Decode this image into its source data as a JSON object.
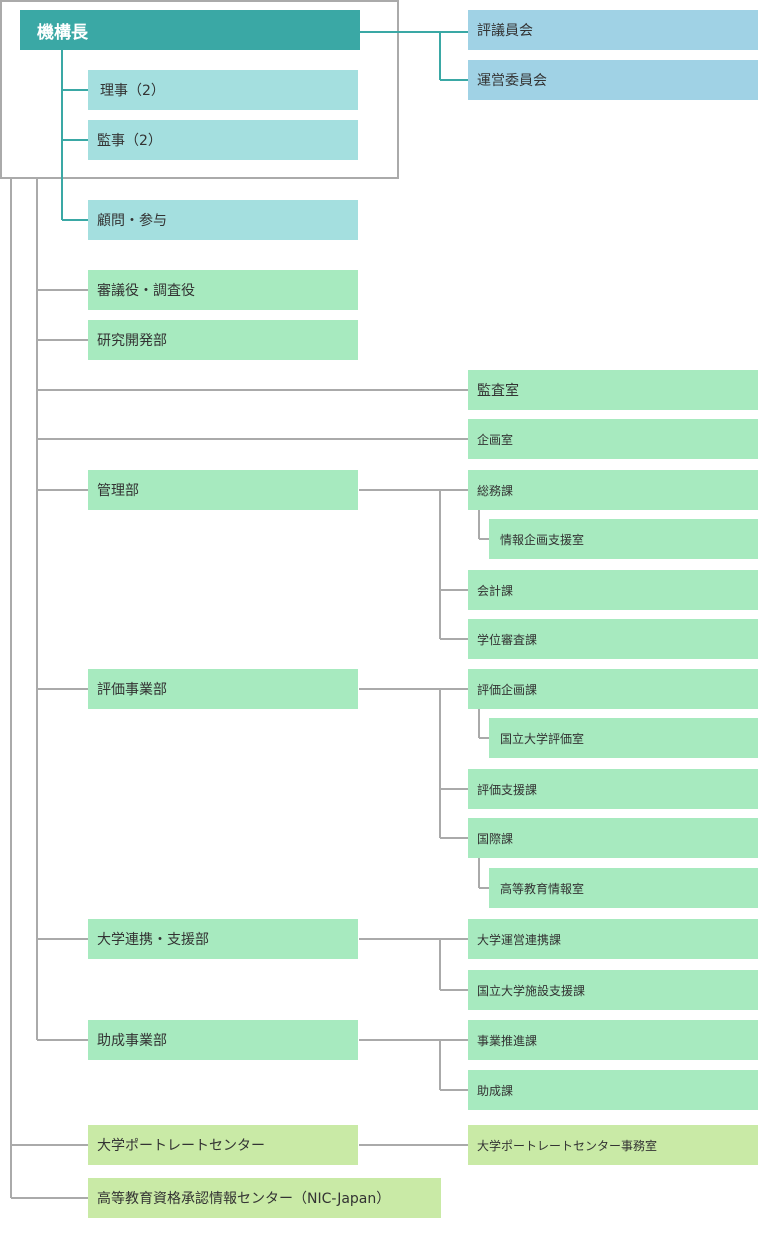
{
  "chart": {
    "root": "機構長",
    "officers": [
      "理事（2）",
      "監事（2）",
      "顧問・参与"
    ],
    "councils": [
      "評議員会",
      "運営委員会"
    ],
    "units": {
      "shingiyaku": "審議役・調査役",
      "kenkyu": "研究開発部",
      "kansa": "監査室",
      "kikaku": "企画室",
      "kanri": "管理部",
      "somu": "総務課",
      "joho_kikaku": "情報企画支援室",
      "kaikei": "会計課",
      "gakui": "学位審査課",
      "hyoka": "評価事業部",
      "hyoka_kikaku": "評価企画課",
      "kokuritsu_hyoka": "国立大学評価室",
      "hyoka_shien": "評価支援課",
      "kokusai": "国際課",
      "koto_kyoiku": "高等教育情報室",
      "renkei": "大学連携・支援部",
      "unei_renkei": "大学運営連携課",
      "shisetsu": "国立大学施設支援課",
      "josei_bu": "助成事業部",
      "suishin": "事業推進課",
      "josei_ka": "助成課",
      "portrait": "大学ポートレートセンター",
      "portrait_jimu": "大学ポートレートセンター事務室",
      "nic": "高等教育資格承認情報センター（NIC-Japan）"
    }
  },
  "colors": {
    "root": "#3aa8a5",
    "officer": "#a4dfdf",
    "council": "#a0d2e5",
    "unit": "#a7eabf",
    "center": "#c9eaa6",
    "line": "#aaaaaa",
    "root_line": "#3aa8a5"
  }
}
